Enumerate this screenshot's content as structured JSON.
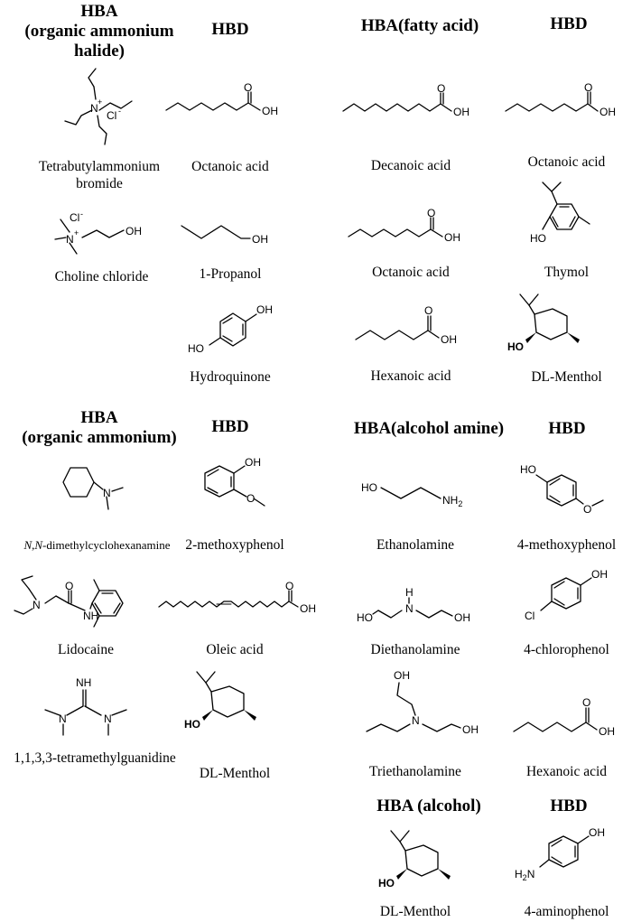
{
  "headers": {
    "q1_hba": "HBA",
    "q1_hba_sub1": "(organic ammonium",
    "q1_hba_sub2": "halide)",
    "q1_hbd": "HBD",
    "q2_hba": "HBA(fatty acid)",
    "q2_hbd": "HBD",
    "q3_hba": "HBA",
    "q3_hba_sub": "(organic ammonium)",
    "q3_hbd": "HBD",
    "q4_hba": "HBA(alcohol amine)",
    "q4_hbd": "HBD",
    "q5_hba": "HBA (alcohol)",
    "q5_hbd": "HBD"
  },
  "labels": {
    "tbab_1": "Tetrabutylammonium",
    "tbab_2": "bromide",
    "choline": "Choline chloride",
    "octanoic_q1": "Octanoic acid",
    "propanol": "1-Propanol",
    "hydroquinone": "Hydroquinone",
    "decanoic": "Decanoic acid",
    "octanoic_q2_hba": "Octanoic acid",
    "hexanoic_q2": "Hexanoic acid",
    "octanoic_q2_hbd": "Octanoic acid",
    "thymol": "Thymol",
    "menthol_q2": "DL-Menthol",
    "dmcha_italic": "N,N",
    "dmcha_rest": "-dimethylcyclohexanamine",
    "lidocaine": "Lidocaine",
    "tmg": "1,1,3,3-tetramethylguanidine",
    "methoxyphenol2": "2-methoxyphenol",
    "oleic": "Oleic acid",
    "menthol_q3": "DL-Menthol",
    "ethanolamine": "Ethanolamine",
    "diethanolamine": "Diethanolamine",
    "triethanolamine": "Triethanolamine",
    "methoxyphenol4": "4-methoxyphenol",
    "chlorophenol": "4-chlorophenol",
    "hexanoic_q4": "Hexanoic acid",
    "menthol_q5": "DL-Menthol",
    "aminophenol": "4-aminophenol"
  },
  "atoms": {
    "O": "O",
    "OH": "OH",
    "HO": "HO",
    "N": "N",
    "H": "H",
    "NH": "NH",
    "NH2": "NH",
    "sub2": "2",
    "Cl": "Cl",
    "Clm": "Cl",
    "H2N": "H",
    "plus": "+",
    "minus": "-"
  }
}
